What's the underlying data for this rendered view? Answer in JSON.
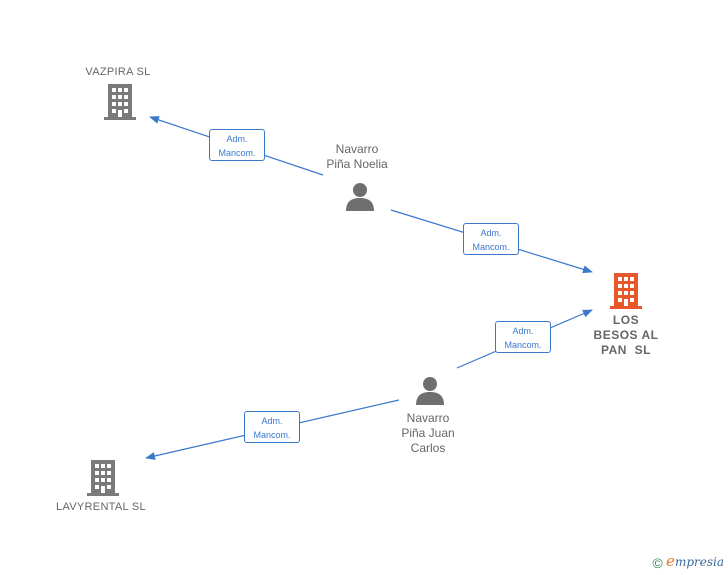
{
  "nodes": {
    "vazpira": {
      "label": "VAZPIRA SL"
    },
    "lavyrental": {
      "label": "LAVYRENTAL SL"
    },
    "los_besos": {
      "label_lines": [
        "LOS",
        "BESOS AL",
        "PAN  SL"
      ]
    },
    "noelia": {
      "label_lines": [
        "Navarro",
        "Piña Noelia"
      ]
    },
    "juan_carlos": {
      "label_lines": [
        "Navarro",
        "Piña Juan",
        "Carlos"
      ]
    }
  },
  "edges": [
    {
      "line1": "Adm.",
      "line2": "Mancom."
    },
    {
      "line1": "Adm.",
      "line2": "Mancom."
    },
    {
      "line1": "Adm.",
      "line2": "Mancom."
    },
    {
      "line1": "Adm.",
      "line2": "Mancom."
    }
  ],
  "colors": {
    "edge": "#3a78cc",
    "company": "#7a7a7a",
    "main_company": "#e8572a",
    "person": "#6f6f6f"
  },
  "footer": {
    "copyright_symbol": "©",
    "brand_initial": "e",
    "brand_rest": "mpresia"
  }
}
